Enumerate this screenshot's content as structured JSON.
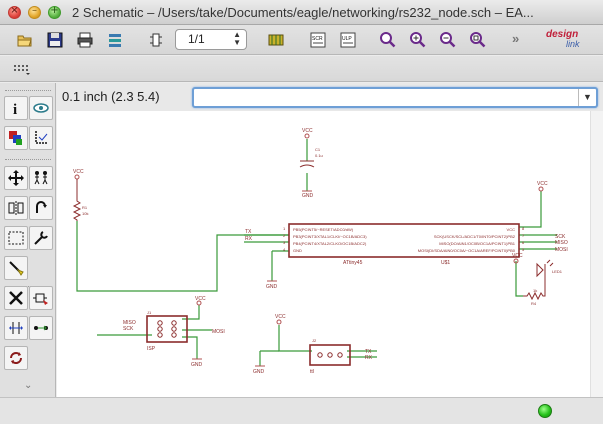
{
  "window": {
    "title": "2 Schematic – /Users/take/Documents/eagle/networking/rs232_node.sch – EA...",
    "close_glyph": "×",
    "min_glyph": "–",
    "max_glyph": "+"
  },
  "toolbar": {
    "sheet_value": "1/1",
    "more_label": "»",
    "logo_line1": "design",
    "logo_line2": "link",
    "icons": [
      "open-icon",
      "save-icon",
      "print-icon",
      "cam-icon",
      "sheet-icon",
      "board-switch-icon",
      "script-icon",
      "ulp-icon",
      "zoom-fit-icon",
      "zoom-in-icon",
      "zoom-out-icon",
      "zoom-select-icon"
    ]
  },
  "command": {
    "coordinates": "0.1 inch (2.3 5.4)",
    "value": "",
    "placeholder": ""
  },
  "palette": {
    "tools": [
      "info-icon",
      "show-icon",
      "display-icon",
      "mark-icon",
      "move-icon",
      "copy-icon",
      "mirror-icon",
      "rotate-icon",
      "group-icon",
      "change-icon",
      "paste-icon",
      "delete-icon",
      "add-icon",
      "pinswap-icon",
      "gateswap-icon",
      "replace-icon"
    ],
    "more_label": "⌄"
  },
  "schematic": {
    "supply_labels": {
      "vcc": "VCC",
      "gnd": "GND"
    },
    "ic": {
      "name": "ATtiny45",
      "ref": "U$1",
      "left_pin_numbers": [
        "1",
        "2",
        "3",
        "4"
      ],
      "left_pins": [
        "PB5(PCINT5/~RESET/ADC0/dW)",
        "PB3(PCINT3/XTAL1/CLKI/~OC1B/ADC3)",
        "PB4(PCINT4/XTAL2/CLKO/OC1B/ADC2)",
        "GND"
      ],
      "right_pin_numbers": [
        "8",
        "7",
        "6",
        "5"
      ],
      "right_pins": [
        "VCC",
        "SCK(USCK/SCL/ADC1/T0/INT0/PCINT2)PB2",
        "MISO(DO/AIN1/OC0B/OC1A/PCINT1)PB1",
        "MOSI(DI/SDA/AIN0/OC0A/~OC1A/AREF/PCINT0)PB0"
      ]
    },
    "net_labels": {
      "tx": "TX",
      "rx": "RX",
      "sck": "SCK",
      "miso": "MISO",
      "mosi": "MOSI"
    },
    "isp": {
      "name": "ISP",
      "ref": "J1"
    },
    "ttl": {
      "name": "ttl",
      "ref": "J2"
    },
    "resistor_r1": {
      "ref": "R1",
      "value": "10k"
    },
    "resistor_r4": {
      "ref": "R4",
      "value": "1k"
    },
    "led": {
      "ref": "LED1"
    },
    "cap": {
      "ref": "C1",
      "value": "0.1u"
    }
  },
  "status": {
    "message": "",
    "led_color": "#27c21c"
  },
  "colors": {
    "wire": "#3a9a3a",
    "part": "#8b2c2c",
    "pin": "#b05050"
  }
}
